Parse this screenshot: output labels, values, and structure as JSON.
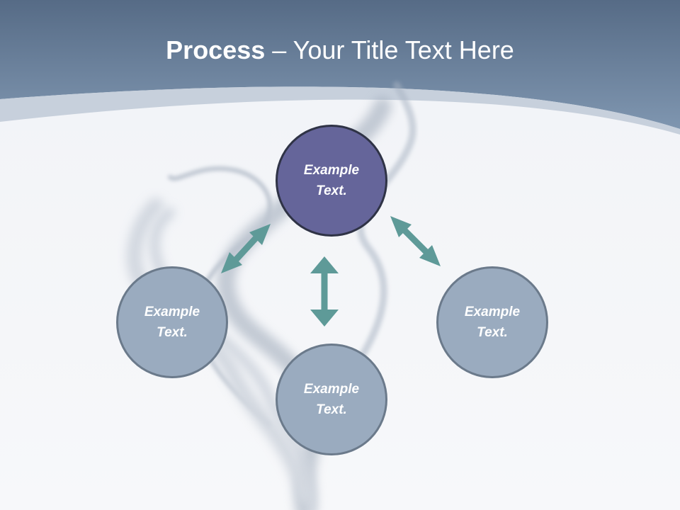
{
  "title": {
    "bold": "Process",
    "rest": " – Your Title Text Here"
  },
  "nodes": {
    "main": {
      "line1": "Example",
      "line2": "Text."
    },
    "left": {
      "line1": "Example",
      "line2": "Text."
    },
    "right": {
      "line1": "Example",
      "line2": "Text."
    },
    "bottom": {
      "line1": "Example",
      "line2": "Text."
    }
  },
  "colors": {
    "header": "#6d84a0",
    "main_node": "#65659a",
    "sub_node": "#9aabbf",
    "arrow": "#5e9a98"
  }
}
